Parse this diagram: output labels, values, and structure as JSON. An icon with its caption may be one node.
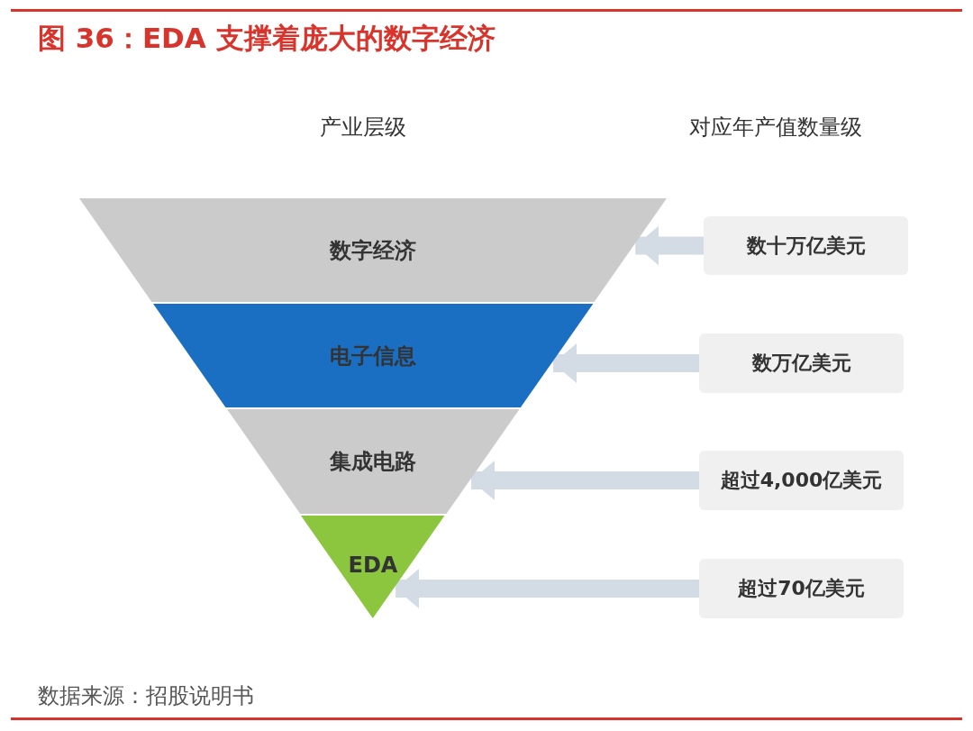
{
  "diagram": {
    "title": "图 36：EDA 支撑着庞大的数字经济",
    "caption": "数据来源：招股说明书",
    "nodes": [
      {
        "text": [
          "数字经济"
        ]
      },
      {
        "text": [
          "电子信息"
        ]
      },
      {
        "text": [
          "集成电路"
        ]
      },
      {
        "text": [
          "EDA"
        ]
      },
      {
        "text": [
          "数十万亿美元"
        ]
      },
      {
        "text": [
          "数万亿美元"
        ]
      },
      {
        "text": [
          "超过4,000亿美元"
        ]
      },
      {
        "text": [
          "超过70亿美元"
        ]
      }
    ],
    "edges": [
      {
        "from": 4,
        "to": 0,
        "arrow": "to"
      },
      {
        "from": 5,
        "to": 1,
        "arrow": "to"
      },
      {
        "from": 6,
        "to": 2,
        "arrow": "to"
      },
      {
        "from": 7,
        "to": 3,
        "arrow": "to"
      }
    ],
    "labels": [
      "产业层级",
      "对应年产值数量级"
    ]
  }
}
